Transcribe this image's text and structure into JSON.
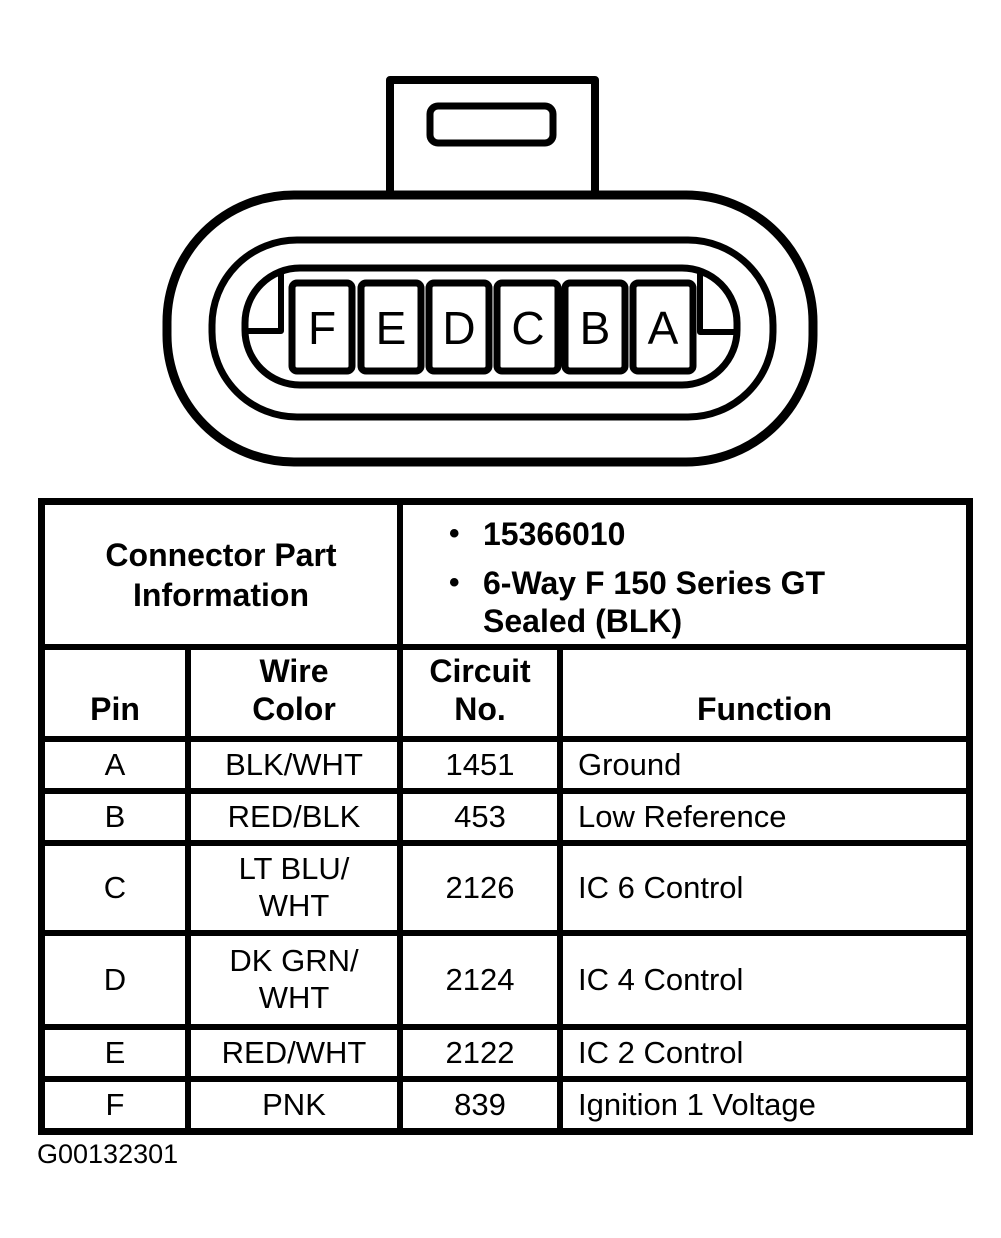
{
  "figure": {
    "label": "G00132301"
  },
  "connector": {
    "pins": [
      "F",
      "E",
      "D",
      "C",
      "B",
      "A"
    ]
  },
  "table": {
    "part_info": {
      "label": "Connector Part\nInformation",
      "bullet_char": "•",
      "items": [
        "15366010",
        "6-Way F 150 Series GT\nSealed (BLK)"
      ]
    },
    "columns": {
      "pin": "Pin",
      "wire_color": "Wire\nColor",
      "circuit_no": "Circuit\nNo.",
      "function": "Function"
    },
    "rows": [
      {
        "pin": "A",
        "wire_color": "BLK/WHT",
        "circuit_no": "1451",
        "function": "Ground"
      },
      {
        "pin": "B",
        "wire_color": "RED/BLK",
        "circuit_no": "453",
        "function": "Low Reference"
      },
      {
        "pin": "C",
        "wire_color": "LT BLU/\nWHT",
        "circuit_no": "2126",
        "function": "IC 6 Control"
      },
      {
        "pin": "D",
        "wire_color": "DK GRN/\nWHT",
        "circuit_no": "2124",
        "function": "IC 4 Control"
      },
      {
        "pin": "E",
        "wire_color": "RED/WHT",
        "circuit_no": "2122",
        "function": "IC 2 Control"
      },
      {
        "pin": "F",
        "wire_color": "PNK",
        "circuit_no": "839",
        "function": "Ignition 1 Voltage"
      }
    ]
  },
  "colors": {
    "ink": "#000000",
    "paper": "#ffffff"
  }
}
